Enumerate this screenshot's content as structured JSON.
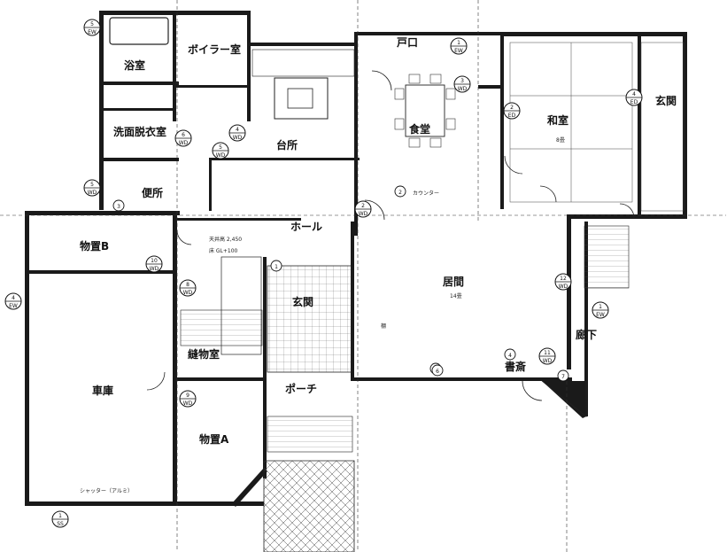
{
  "rooms": {
    "bath": "浴室",
    "boiler": "ボイラー室",
    "wash": "洗面脱衣室",
    "kitchen": "台所",
    "dining": "食堂",
    "back_entry": "戸口",
    "washitsu": "和室",
    "washitsu_note": "8畳",
    "entry_hall": "玄関",
    "hall": "ホール",
    "living": "居間",
    "living_note": "14畳",
    "storage_b": "物置B",
    "garage": "車庫",
    "storage_a": "物置A",
    "porch": "ポーチ",
    "sewing": "縫物室",
    "study": "書斎",
    "corridor": "廊下",
    "toilet": "便所",
    "genkan": "玄関"
  },
  "notes": {
    "counter": "カウンター",
    "garage_note": "シャッター（アルミ）",
    "shelf": "棚",
    "height_note": "天井高 2,450",
    "floor_note": "床 GL+100"
  },
  "markers": [
    {
      "num": "5",
      "tag": "EW"
    },
    {
      "num": "1",
      "tag": "EW"
    },
    {
      "num": "4",
      "tag": "EW"
    },
    {
      "num": "6",
      "tag": "WD"
    },
    {
      "num": "4",
      "tag": "WD"
    },
    {
      "num": "3",
      "tag": "WD"
    },
    {
      "num": "2",
      "tag": "ED"
    },
    {
      "num": "4",
      "tag": "ED"
    },
    {
      "num": "5",
      "tag": "WD"
    },
    {
      "num": "5",
      "tag": "WD"
    },
    {
      "num": "8",
      "tag": "WD"
    },
    {
      "num": "9",
      "tag": "WD"
    },
    {
      "num": "10",
      "tag": "WD"
    },
    {
      "num": "1",
      "tag": "SS"
    },
    {
      "num": "2",
      "tag": "WD"
    },
    {
      "num": "11",
      "tag": "WD"
    },
    {
      "num": "12",
      "tag": "WD"
    },
    {
      "num": "1",
      "tag": "EW"
    }
  ],
  "plain_markers": [
    "2",
    "3",
    "4",
    "5",
    "6",
    "7",
    "1"
  ]
}
